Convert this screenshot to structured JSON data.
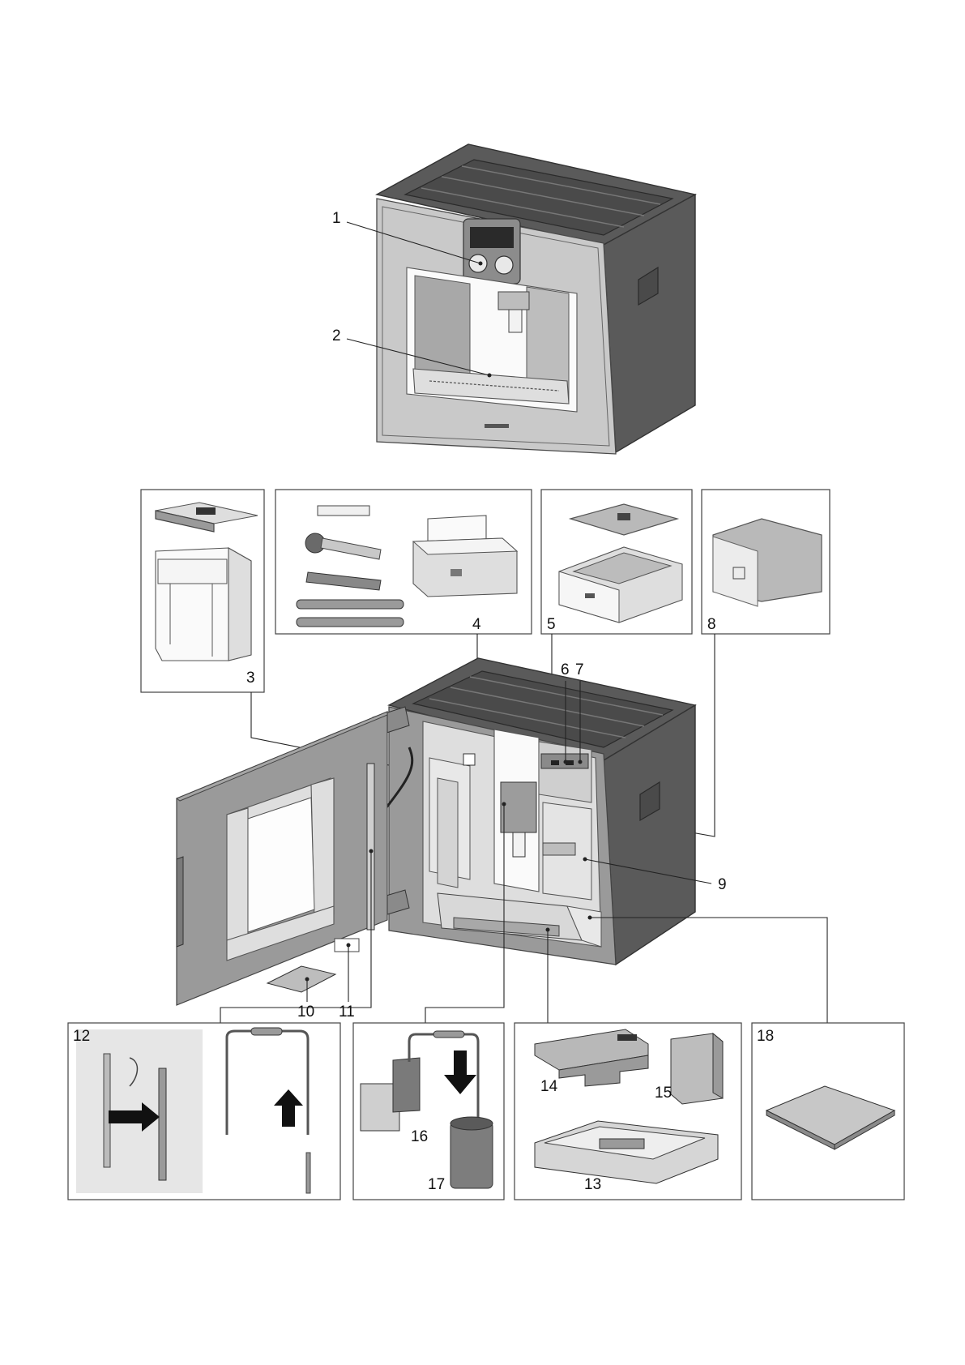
{
  "diagram": {
    "callouts": [
      {
        "id": "1",
        "label": "1"
      },
      {
        "id": "2",
        "label": "2"
      },
      {
        "id": "3",
        "label": "3"
      },
      {
        "id": "4",
        "label": "4"
      },
      {
        "id": "5",
        "label": "5"
      },
      {
        "id": "6",
        "label": "6"
      },
      {
        "id": "7",
        "label": "7"
      },
      {
        "id": "8",
        "label": "8"
      },
      {
        "id": "9",
        "label": "9"
      },
      {
        "id": "10",
        "label": "10"
      },
      {
        "id": "11",
        "label": "11"
      },
      {
        "id": "12",
        "label": "12"
      },
      {
        "id": "13",
        "label": "13"
      },
      {
        "id": "14",
        "label": "14"
      },
      {
        "id": "15",
        "label": "15"
      },
      {
        "id": "16",
        "label": "16"
      },
      {
        "id": "17",
        "label": "17"
      },
      {
        "id": "18",
        "label": "18"
      }
    ],
    "colors": {
      "cabinet": "#5a5a5a",
      "steel_front": "#c9c9c9",
      "interior": "#dedede",
      "outline": "#333333"
    },
    "icons": [
      "arrow-right-icon",
      "arrow-up-icon",
      "arrow-down-icon"
    ]
  }
}
